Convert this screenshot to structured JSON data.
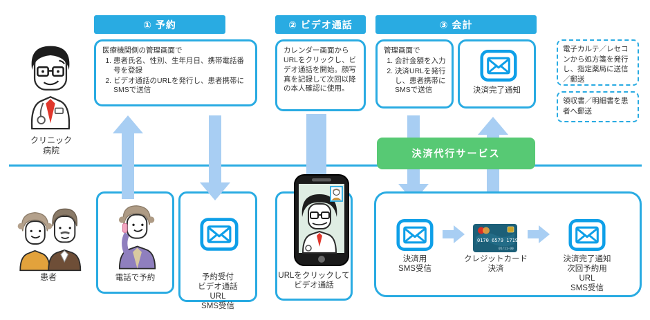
{
  "colors": {
    "primary_blue": "#29ABE2",
    "icon_blue": "#0E9FE8",
    "arrow_blue": "#A8CEF3",
    "service_green": "#57C974",
    "card_teal": "#1C5F78"
  },
  "actors": {
    "clinic": {
      "labels": [
        "クリニック",
        "病院"
      ],
      "icon": "doctor-illustration"
    },
    "patient": {
      "label": "患者",
      "icon": "elderly-couple-illustration"
    }
  },
  "phases": {
    "reservation": {
      "title": "① 予約",
      "intro": "医療機関側の管理画面で",
      "items": [
        "患者氏名、性別、生年月日、携帯電話番号を登録",
        "ビデオ通話のURLを発行し、患者携帯にSMSで送信"
      ]
    },
    "video_call": {
      "title": "② ビデオ通話",
      "description": "カレンダー画面からURLをクリックし、ビデオ通話を開始。顔写真を記録して次回以降の本人確認に使用。"
    },
    "payment": {
      "title": "③ 会計",
      "intro": "管理画面で",
      "items": [
        "会計金額を入力",
        "決済URLを発行し、患者携帯にSMSで送信"
      ],
      "notification_label": "決済完了通知"
    }
  },
  "side_notes": [
    "電子カルテ／レセコンから処方箋を発行し、指定薬局に送信／郵送",
    "領収書／明細書を患者へ郵送"
  ],
  "payment_service": {
    "label": "決済代行サービス"
  },
  "patient_flow": {
    "phone_reservation": {
      "label": "電話で予約",
      "icon": "woman-on-phone-illustration"
    },
    "sms_received": {
      "icon": "envelope-icon",
      "lines": [
        "予約受付",
        "ビデオ通話",
        "URL",
        "SMS受信"
      ]
    },
    "video_call": {
      "icon": "smartphone-illustration",
      "lines": [
        "URLをクリックして",
        "ビデオ通話"
      ]
    },
    "payment_sms": {
      "icon": "envelope-icon",
      "lines": [
        "決済用",
        "SMS受信"
      ]
    },
    "card_payment": {
      "icon": "credit-card-icon",
      "lines": [
        "クレジットカード",
        "決済"
      ],
      "card_number": "0170 6579 1719",
      "card_expiry": "05/11-00"
    },
    "completion_sms": {
      "icon": "envelope-icon",
      "lines": [
        "決済完了通知",
        "次回予約用",
        "URL",
        "SMS受信"
      ]
    }
  }
}
